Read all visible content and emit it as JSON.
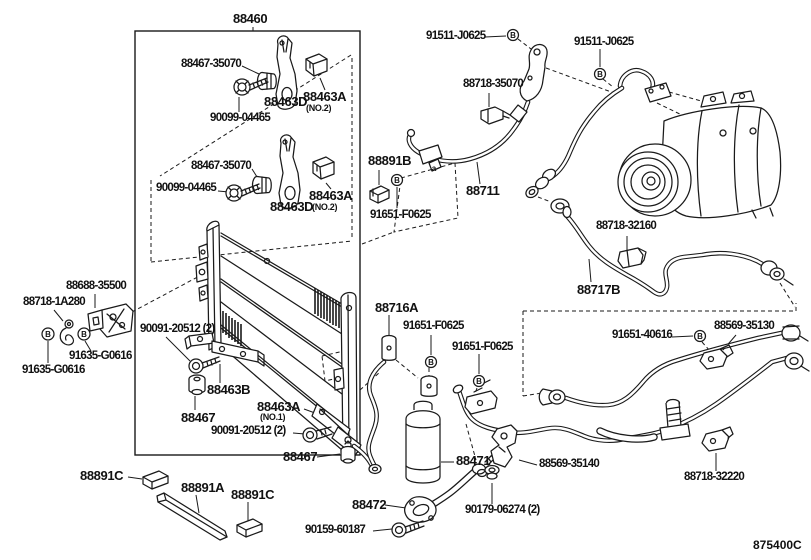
{
  "diagram": {
    "type": "parts-diagram",
    "b_marker": "B",
    "ref_a": "a",
    "colors": {
      "ink": "#1a1a1a",
      "paper": "#ffffff"
    },
    "labels": [
      {
        "id": "88460",
        "text": "88460"
      },
      {
        "id": "88467-35070-1",
        "text": "88467-35070"
      },
      {
        "id": "88463D-1",
        "text": "88463D"
      },
      {
        "id": "88463A-no2-1",
        "text": "88463A"
      },
      {
        "id": "88463A-no2-1-note",
        "text": "(NO.2)"
      },
      {
        "id": "90099-04465-1",
        "text": "90099-04465"
      },
      {
        "id": "88467-35070-2",
        "text": "88467-35070"
      },
      {
        "id": "90099-04465-2",
        "text": "90099-04465"
      },
      {
        "id": "88463D-2",
        "text": "88463D"
      },
      {
        "id": "88463A-no2-2",
        "text": "88463A"
      },
      {
        "id": "88463A-no2-2-note",
        "text": "(NO.2)"
      },
      {
        "id": "88891B",
        "text": "88891B"
      },
      {
        "id": "91651-F0625-1",
        "text": "91651-F0625"
      },
      {
        "id": "91511-J0625-1",
        "text": "91511-J0625"
      },
      {
        "id": "91511-J0625-2",
        "text": "91511-J0625"
      },
      {
        "id": "88718-35070",
        "text": "88718-35070"
      },
      {
        "id": "88711",
        "text": "88711"
      },
      {
        "id": "88718-32160",
        "text": "88718-32160"
      },
      {
        "id": "88717B",
        "text": "88717B"
      },
      {
        "id": "88688-35500",
        "text": "88688-35500"
      },
      {
        "id": "88718-1A280",
        "text": "88718-1A280"
      },
      {
        "id": "91635-G0616-1",
        "text": "91635-G0616"
      },
      {
        "id": "91635-G0616-2",
        "text": "91635-G0616"
      },
      {
        "id": "90091-20512-1",
        "text": "90091-20512 (2)"
      },
      {
        "id": "88463B",
        "text": "88463B"
      },
      {
        "id": "88467-1",
        "text": "88467"
      },
      {
        "id": "88463A-no1",
        "text": "88463A"
      },
      {
        "id": "88463A-no1-note",
        "text": "(NO.1)"
      },
      {
        "id": "90091-20512-2",
        "text": "90091-20512 (2)"
      },
      {
        "id": "88467-2",
        "text": "88467"
      },
      {
        "id": "88891C-1",
        "text": "88891C"
      },
      {
        "id": "88891A",
        "text": "88891A"
      },
      {
        "id": "88891C-2",
        "text": "88891C"
      },
      {
        "id": "88716A",
        "text": "88716A"
      },
      {
        "id": "91651-F0625-2",
        "text": "91651-F0625"
      },
      {
        "id": "91651-F0625-3",
        "text": "91651-F0625"
      },
      {
        "id": "88471",
        "text": "88471"
      },
      {
        "id": "88569-35140",
        "text": "88569-35140"
      },
      {
        "id": "88472",
        "text": "88472"
      },
      {
        "id": "90159-60187",
        "text": "90159-60187"
      },
      {
        "id": "90179-06274",
        "text": "90179-06274 (2)"
      },
      {
        "id": "91651-40616",
        "text": "91651-40616"
      },
      {
        "id": "88569-35130",
        "text": "88569-35130"
      },
      {
        "id": "88718-32220",
        "text": "88718-32220"
      },
      {
        "id": "footer-code",
        "text": "875400C"
      }
    ]
  }
}
